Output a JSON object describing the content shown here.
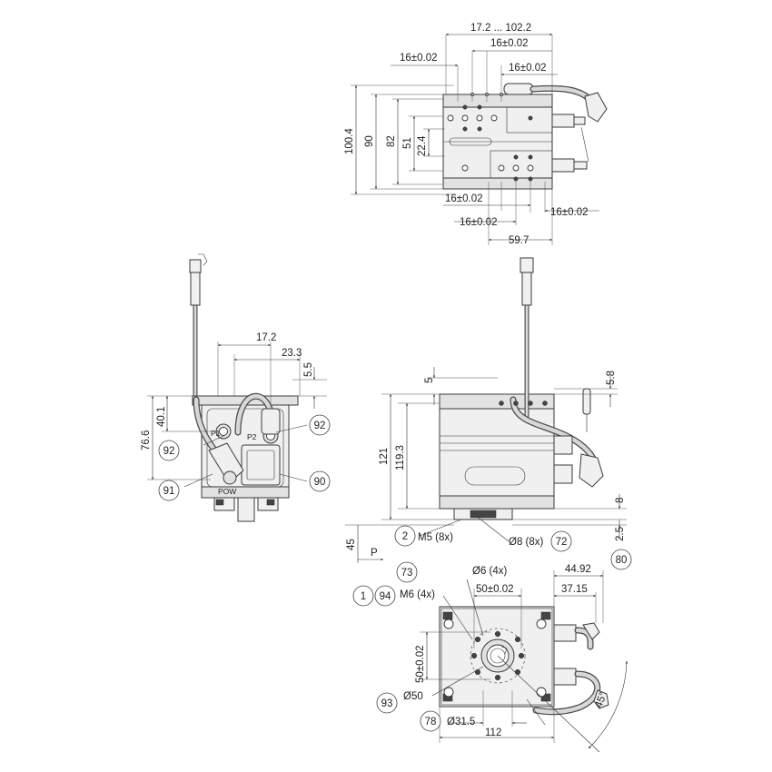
{
  "dims": {
    "top_range": "17.2 ... 102.2",
    "top_16a": "16±0.02",
    "top_16b": "16±0.02",
    "top_16c": "16±0.02",
    "top_100_4": "100.4",
    "top_90": "90",
    "top_82": "82",
    "top_51": "51",
    "top_22_4": "22.4",
    "top_16d": "16±0.02",
    "top_16e": "16±0.02",
    "top_16f": "16±0.02",
    "top_59_7": "59.7",
    "left_17_2": "17.2",
    "left_23_3": "23.3",
    "left_5_5": "5.5",
    "left_76_6": "76.6",
    "left_40_1": "40.1",
    "right_5": "5",
    "right_5_8": "5.8",
    "right_121": "121",
    "right_119_3": "119.3",
    "right_8": "8",
    "right_2_5": "2.5",
    "right_45": "45",
    "right_m5": "M5 (8x)",
    "right_d8": "Ø8 (8x)",
    "bot_d6": "Ø6 (4x)",
    "bot_m6": "M6 (4x)",
    "bot_50a": "50±0.02",
    "bot_50b": "50±0.02",
    "bot_44_92": "44.92",
    "bot_37_15": "37.15",
    "bot_d50": "Ø50",
    "bot_d31_5": "Ø31.5",
    "bot_112": "112",
    "bot_45deg": "45°"
  },
  "labels": {
    "p": "P",
    "p1": "P1",
    "p2": "P2",
    "pow": "POW"
  },
  "bubbles": {
    "b92a": "92",
    "b92b": "92",
    "b91": "91",
    "b90": "90",
    "b2": "2",
    "b72": "72",
    "b80": "80",
    "b73": "73",
    "b1": "1",
    "b94": "94",
    "b93": "93",
    "b78": "78"
  }
}
